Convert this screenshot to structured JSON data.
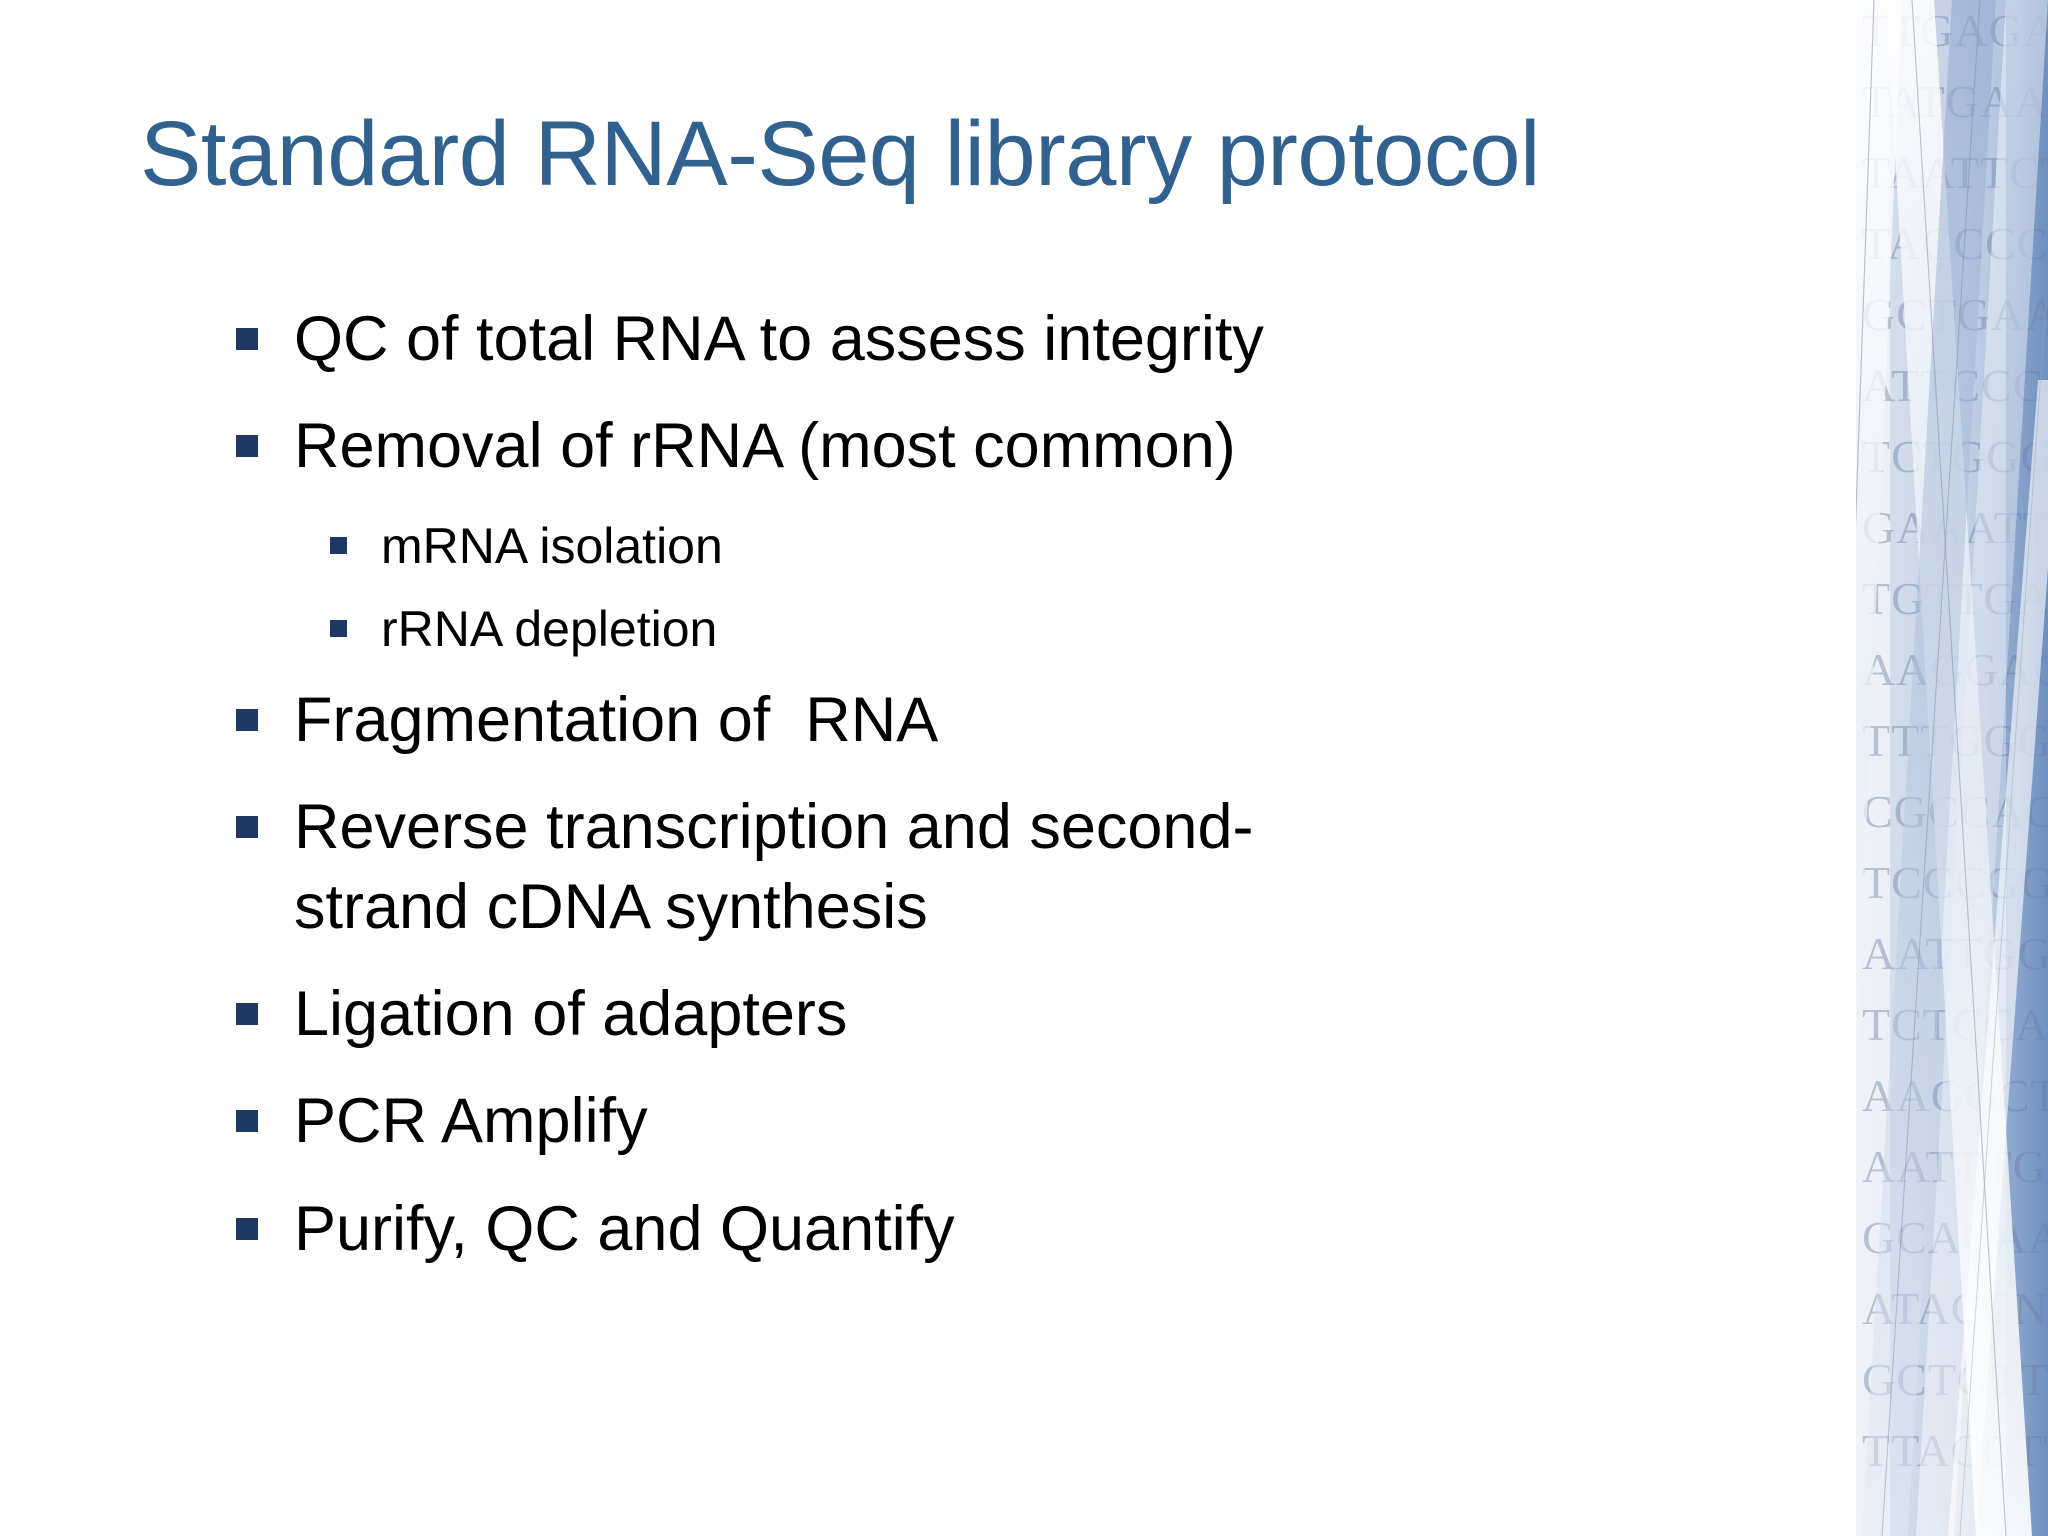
{
  "slide": {
    "title": "Standard RNA-Seq library protocol",
    "title_color": "#31618E",
    "body_text_color": "#000000",
    "bullet_marker_color": "#1F3864",
    "background_color": "#FFFFFF",
    "bullets": [
      {
        "level": 1,
        "text": "QC of total RNA to assess integrity"
      },
      {
        "level": 1,
        "text": "Removal of rRNA (most common)"
      },
      {
        "level": 2,
        "text": "mRNA isolation"
      },
      {
        "level": 2,
        "text": "rRNA depletion"
      },
      {
        "level": 1,
        "text": "Fragmentation of  RNA"
      },
      {
        "level": 1,
        "text": "Reverse transcription and second-strand cDNA synthesis"
      },
      {
        "level": 1,
        "text": "Ligation of adapters"
      },
      {
        "level": 1,
        "text": "PCR Amplify"
      },
      {
        "level": 1,
        "text": "Purify, QC and Quantify"
      }
    ]
  },
  "decoration": {
    "name": "dna-sequence-ribbon-panel",
    "panel_light": "#DCE4F0",
    "panel_mid": "#C3D0E4",
    "panel_dark": "#6F8FC0",
    "ribbon_white": "#FFFFFF",
    "letter_color": "#6B7FA6",
    "sequences": [
      "TTGAGAT",
      "TATGAAGG",
      "TAATTCTC",
      "TACCCCT",
      "GCTGAAAG",
      "ATTCCCCT",
      "TCTGGGGA",
      "GAAATTAT",
      "TGTTGAAA",
      "AAGGAGC",
      "TTTGGGG",
      "CGCCAGT",
      "TCCCGGAA",
      "AATTGGA",
      "TCTCCAA",
      "AAGGCTT",
      "AATTTGA",
      "GCACAAT",
      "ATACCNC",
      "GCTGTTT",
      "TTACCTT"
    ]
  }
}
